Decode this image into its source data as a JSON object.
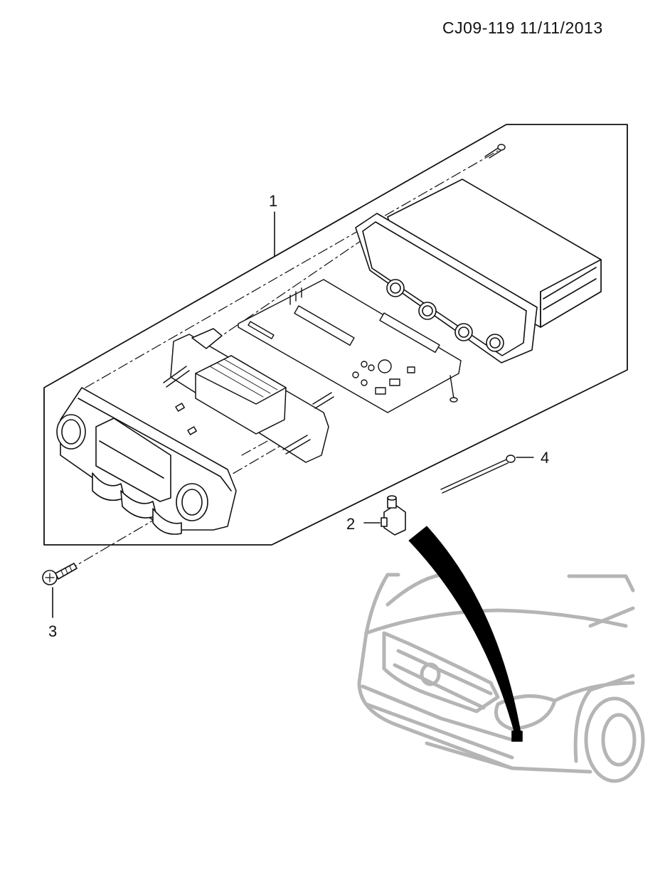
{
  "header": {
    "doc_ref": "CJ09-119  11/11/2013"
  },
  "callouts": [
    {
      "id": "1",
      "text": "1"
    },
    {
      "id": "2",
      "text": "2"
    },
    {
      "id": "3",
      "text": "3"
    },
    {
      "id": "4",
      "text": "4"
    }
  ],
  "colors": {
    "line": "#111111",
    "car": "#b5b5b5",
    "fill": "#ffffff"
  }
}
